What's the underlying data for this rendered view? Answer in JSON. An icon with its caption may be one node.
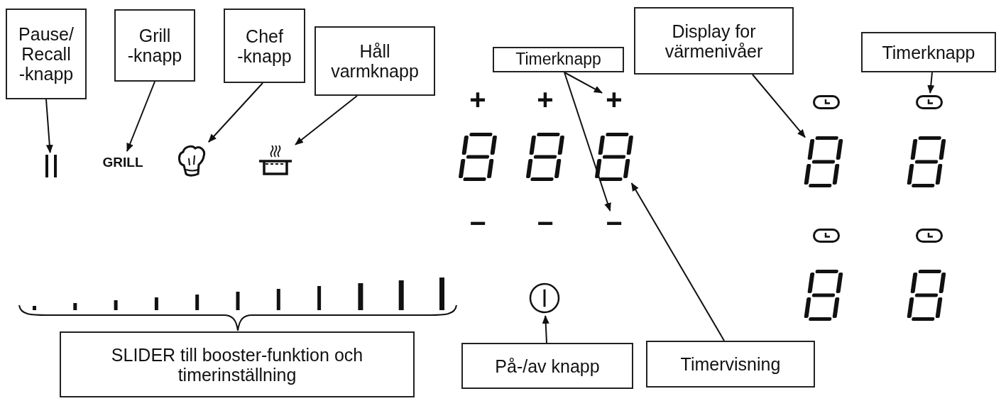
{
  "diagram": {
    "nodes": [
      {
        "text": [
          "Pause/ Recall -knapp"
        ]
      },
      {
        "text": [
          "Grill -knapp"
        ]
      },
      {
        "text": [
          "Chef -knapp"
        ]
      },
      {
        "text": [
          "Håll varmknapp"
        ]
      },
      {
        "text": [
          "Timerknapp"
        ]
      },
      {
        "text": [
          "Display for värmenivåer"
        ]
      },
      {
        "text": [
          "Timerknapp"
        ]
      },
      {
        "text": [
          "SLIDER till booster-funktion och timerinställning"
        ]
      },
      {
        "text": [
          "På-/av knapp"
        ]
      },
      {
        "text": [
          "Timervisning"
        ]
      },
      {
        "text": [],
        "shape": "symbol"
      },
      {
        "text": [
          "GRILL"
        ]
      },
      {
        "text": [],
        "shape": "picture"
      },
      {
        "text": [],
        "shape": "picture"
      },
      {
        "text": [
          "+"
        ]
      },
      {
        "text": [
          "−"
        ]
      },
      {
        "text": [],
        "shape": "display"
      },
      {
        "text": [],
        "shape": "display"
      },
      {
        "text": [],
        "shape": "clock"
      },
      {
        "text": [],
        "shape": "circle"
      }
    ],
    "edges": [
      {
        "from": 0,
        "to": 10,
        "arrow": "to"
      },
      {
        "from": 1,
        "to": 11,
        "arrow": "to"
      },
      {
        "from": 2,
        "to": 12,
        "arrow": "to"
      },
      {
        "from": 3,
        "to": 13,
        "arrow": "to"
      },
      {
        "from": 4,
        "to": 14,
        "arrow": "to"
      },
      {
        "from": 4,
        "to": 15,
        "arrow": "to"
      },
      {
        "from": 5,
        "to": 17,
        "arrow": "to"
      },
      {
        "from": 6,
        "to": 18,
        "arrow": "to"
      },
      {
        "from": 8,
        "to": 19,
        "arrow": "to"
      },
      {
        "from": 9,
        "to": 16,
        "arrow": "to"
      }
    ],
    "labels": [
      "+",
      "+",
      "−",
      "−"
    ]
  }
}
